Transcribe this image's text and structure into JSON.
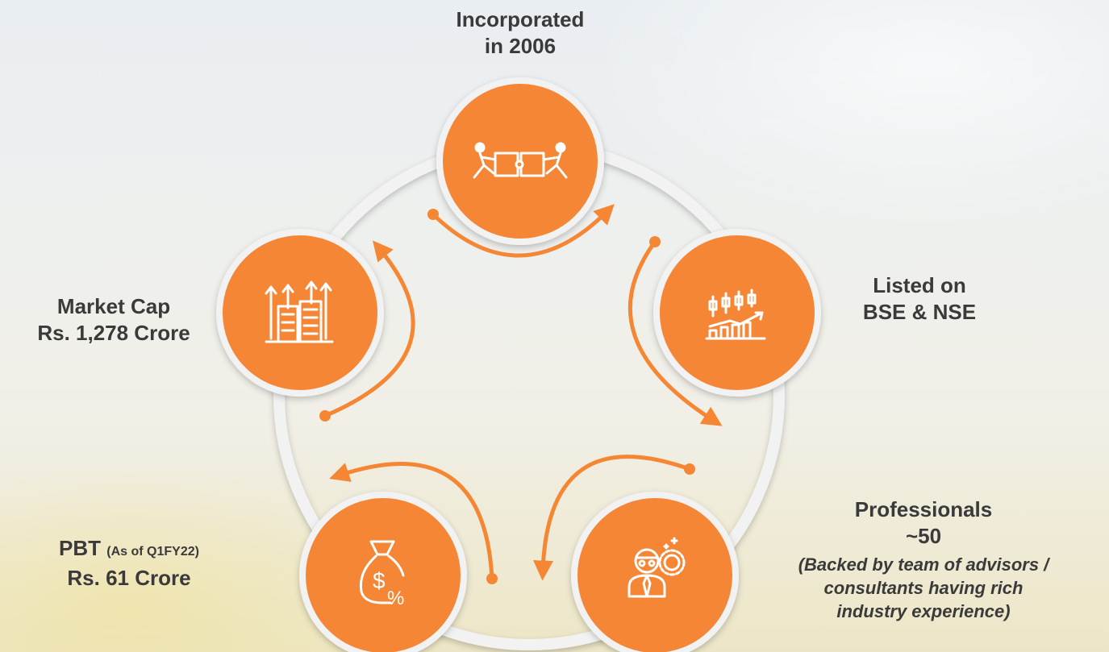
{
  "nodes": {
    "incorporated": {
      "line1": "Incorporated",
      "line2": "in 2006",
      "icon": "puzzle-teamwork-icon"
    },
    "listed": {
      "line1": "Listed on",
      "line2": "BSE & NSE",
      "icon": "stock-candlestick-chart-icon"
    },
    "professionals": {
      "line1": "Professionals",
      "line2": "~50",
      "note_lines": [
        "(Backed by team of advisors /",
        "consultants having rich",
        "industry experience)"
      ],
      "icon": "professional-award-icon"
    },
    "pbt": {
      "line1": "PBT",
      "line1_note": "(As of Q1FY22)",
      "line2": "Rs. 61 Crore",
      "icon": "money-bag-percent-icon"
    },
    "market_cap": {
      "line1": "Market Cap",
      "line2": "Rs. 1,278 Crore",
      "icon": "buildings-growth-icon"
    }
  },
  "colors": {
    "accent": "#f58634",
    "ring": "#f2f2f2",
    "text": "#3a3a3a",
    "icon_stroke": "#ffffff"
  }
}
